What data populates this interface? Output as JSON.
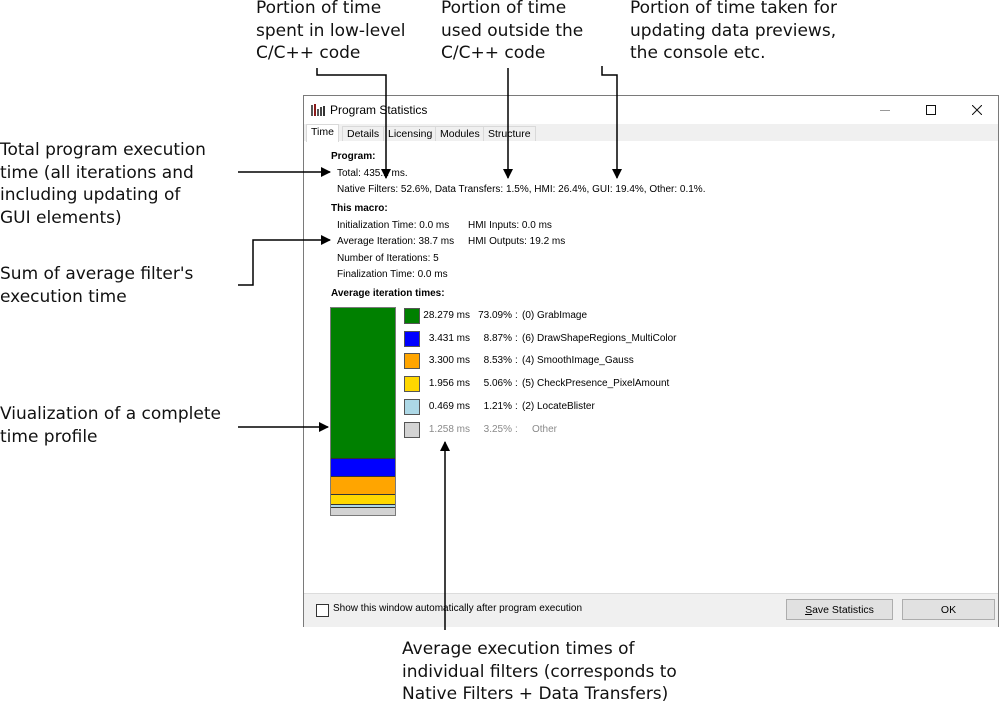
{
  "annotations": {
    "top_left": [
      "Portion of time",
      "spent in low-level",
      "C/C++ code"
    ],
    "top_mid": [
      "Portion of time",
      "used outside the",
      "C/C++ code"
    ],
    "top_right": [
      "Portion of time taken for",
      "updating data previews,",
      "the console etc."
    ],
    "left_total": [
      "Total program execution",
      "time (all iterations and",
      "including updating of",
      "GUI elements)"
    ],
    "left_sum": [
      "Sum of average filter's",
      "execution time"
    ],
    "left_viz": [
      "Viualization of a complete",
      "time profile"
    ],
    "bottom": [
      "Average execution times of",
      "individual filters (corresponds to",
      "Native Filters + Data Transfers)"
    ]
  },
  "window": {
    "title": "Program Statistics",
    "app_icon": "bar-chart-icon",
    "controls": {
      "minimize": "minimize-icon",
      "maximize": "maximize-icon",
      "close": "close-icon"
    },
    "tabs": [
      {
        "label": "Time",
        "active": true
      },
      {
        "label": "Details",
        "active": false
      },
      {
        "label": "Licensing",
        "active": false
      },
      {
        "label": "Modules",
        "active": false
      },
      {
        "label": "Structure",
        "active": false
      }
    ],
    "program": {
      "heading": "Program:",
      "total": "Total: 435.1 ms.",
      "breakdown": "Native Filters: 52.6%, Data Transfers: 1.5%, HMI: 26.4%, GUI: 19.4%, Other: 0.1%."
    },
    "macro": {
      "heading": "This macro:",
      "init": "Initialization Time: 0.0 ms",
      "avg": "Average Iteration: 38.7 ms",
      "iterations": "Number of Iterations: 5",
      "final": "Finalization Time: 0.0 ms",
      "hmi_in": "HMI Inputs: 0.0 ms",
      "hmi_out": "HMI Outputs: 19.2 ms"
    },
    "avg_heading": "Average iteration times:",
    "filters": [
      {
        "ms": "28.279 ms",
        "pct": "73.09%",
        "name": "(0) GrabImage",
        "share": 73.09,
        "color": "#008000",
        "gray": false
      },
      {
        "ms": "3.431 ms",
        "pct": "8.87%",
        "name": "(6) DrawShapeRegions_MultiColor",
        "share": 8.87,
        "color": "#0000ff",
        "gray": false
      },
      {
        "ms": "3.300 ms",
        "pct": "8.53%",
        "name": "(4) SmoothImage_Gauss",
        "share": 8.53,
        "color": "#ffa500",
        "gray": false
      },
      {
        "ms": "1.956 ms",
        "pct": "5.06%",
        "name": "(5) CheckPresence_PixelAmount",
        "share": 5.06,
        "color": "#ffd700",
        "gray": false
      },
      {
        "ms": "0.469 ms",
        "pct": "1.21%",
        "name": "(2) LocateBlister",
        "share": 1.21,
        "color": "#add8e6",
        "gray": false
      },
      {
        "ms": "1.258 ms",
        "pct": "3.25%",
        "name": "Other",
        "share": 3.25,
        "color": "#d3d3d3",
        "gray": true
      }
    ],
    "footer": {
      "checkbox_label": "Show this window automatically after program execution",
      "checkbox_checked": false,
      "save_label_accel": "S",
      "save_label_rest": "ave Statistics",
      "ok_label": "OK"
    }
  }
}
